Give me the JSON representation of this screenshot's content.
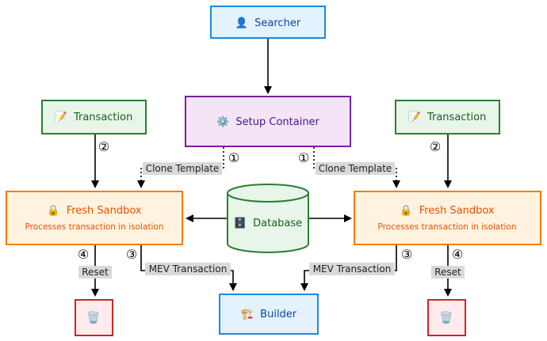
{
  "nodes": {
    "searcher": {
      "icon": "👤",
      "label": "Searcher"
    },
    "setup": {
      "icon": "⚙️",
      "label": "Setup Container"
    },
    "tx_left": {
      "icon": "📝",
      "label": "Transaction"
    },
    "tx_right": {
      "icon": "📝",
      "label": "Transaction"
    },
    "sandbox_left": {
      "icon": "🔒",
      "label": "Fresh Sandbox",
      "sublabel": "Processes transaction in isolation"
    },
    "sandbox_right": {
      "icon": "🔒",
      "label": "Fresh Sandbox",
      "sublabel": "Processes transaction in isolation"
    },
    "database": {
      "icon": "🗄️",
      "label": "Database"
    },
    "builder": {
      "icon": "🏗️",
      "label": "Builder"
    },
    "trash_left": {
      "icon": "🗑️"
    },
    "trash_right": {
      "icon": "🗑️"
    }
  },
  "edges": {
    "clone_left": {
      "step": "①",
      "label": "Clone Template"
    },
    "clone_right": {
      "step": "①",
      "label": "Clone Template"
    },
    "tx_left_step": {
      "step": "②"
    },
    "tx_right_step": {
      "step": "②"
    },
    "mev_left": {
      "step": "③",
      "label": "MEV Transaction"
    },
    "mev_right": {
      "step": "③",
      "label": "MEV Transaction"
    },
    "reset_left": {
      "step": "④",
      "label": "Reset"
    },
    "reset_right": {
      "step": "④",
      "label": "Reset"
    }
  },
  "colors": {
    "blue_fill": "#e3f2fd",
    "blue_stroke": "#1e88e5",
    "blue_text": "#0d47a1",
    "purple_fill": "#f3e5f5",
    "purple_stroke": "#7b1fa2",
    "purple_text": "#4a148c",
    "green_fill": "#e8f5e9",
    "green_stroke": "#2e7d32",
    "green_text": "#1b5e20",
    "orange_fill": "#fff3e0",
    "orange_stroke": "#f57c00",
    "orange_text": "#e65100",
    "red_fill": "#ffebee",
    "red_stroke": "#c62828",
    "label_bg": "#d9d9d9"
  }
}
